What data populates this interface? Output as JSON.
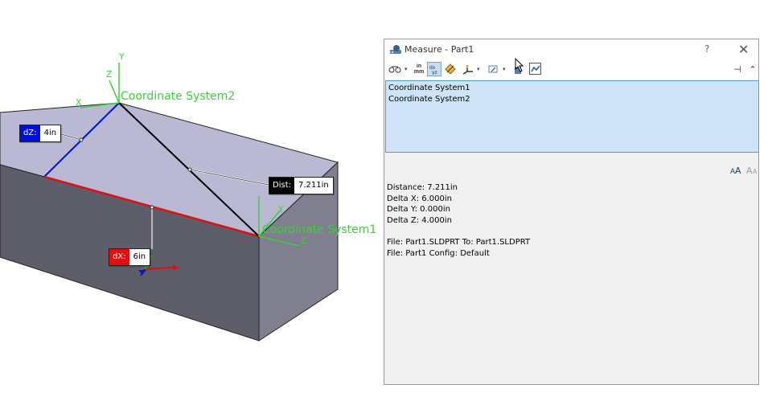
{
  "viewport": {
    "coordinate_systems": [
      "Coordinate System2",
      "Coordinate System1"
    ],
    "axis_labels": {
      "x": "X",
      "y": "Y",
      "z": "Z"
    },
    "callouts": {
      "dz": {
        "key": "dZ:",
        "value": "4in"
      },
      "dist": {
        "key": "Dist:",
        "value": "7.211in"
      },
      "dx": {
        "key": "dX:",
        "value": "6in"
      }
    },
    "colors": {
      "dz": "#0010d8",
      "dist": "#000000",
      "dx": "#e01010",
      "axes": "#3ad13a"
    }
  },
  "dialog": {
    "title": "Measure - Part1",
    "help": "?",
    "close": "✕",
    "toolbar": {
      "icons": [
        "arc-circle-measure-icon",
        "units-precision-icon",
        "xyz-measure-icon",
        "point-to-point-icon",
        "projection-icon",
        "coordinate-system-icon",
        "create-sensor-icon",
        "history-icon"
      ],
      "units_label": "in\nmm"
    },
    "pin": "⊣",
    "collapse": "⌃",
    "selections": [
      "Coordinate System1",
      "Coordinate System2"
    ],
    "results": {
      "distance": "Distance: 7.211in",
      "delta_x": "Delta X: 6.000in",
      "delta_y": "Delta Y: 0.000in",
      "delta_z": "Delta Z: 4.000in",
      "file1": "File: Part1.SLDPRT To: Part1.SLDPRT",
      "file2": "File: Part1 Config: Default"
    }
  }
}
